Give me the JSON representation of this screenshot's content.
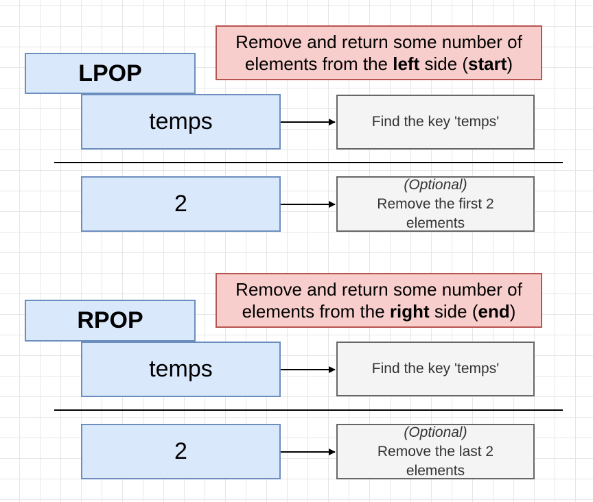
{
  "lpop": {
    "command": "LPOP",
    "note": {
      "line1": "Remove and return some number of",
      "prefix": "elements from the ",
      "side": "left",
      "middle": " side (",
      "edge": "start",
      "suffix": ")"
    },
    "key_arg": "temps",
    "key_desc": "Find the key 'temps'",
    "count_arg": "2",
    "count_optional": "(Optional)",
    "count_desc_line1": "Remove the first 2",
    "count_desc_line2": "elements"
  },
  "rpop": {
    "command": "RPOP",
    "note": {
      "line1": "Remove and return some number of",
      "prefix": "elements from the ",
      "side": "right",
      "middle": " side (",
      "edge": "end",
      "suffix": ")"
    },
    "key_arg": "temps",
    "key_desc": "Find the key 'temps'",
    "count_arg": "2",
    "count_optional": "(Optional)",
    "count_desc_line1": "Remove the last 2",
    "count_desc_line2": "elements"
  }
}
